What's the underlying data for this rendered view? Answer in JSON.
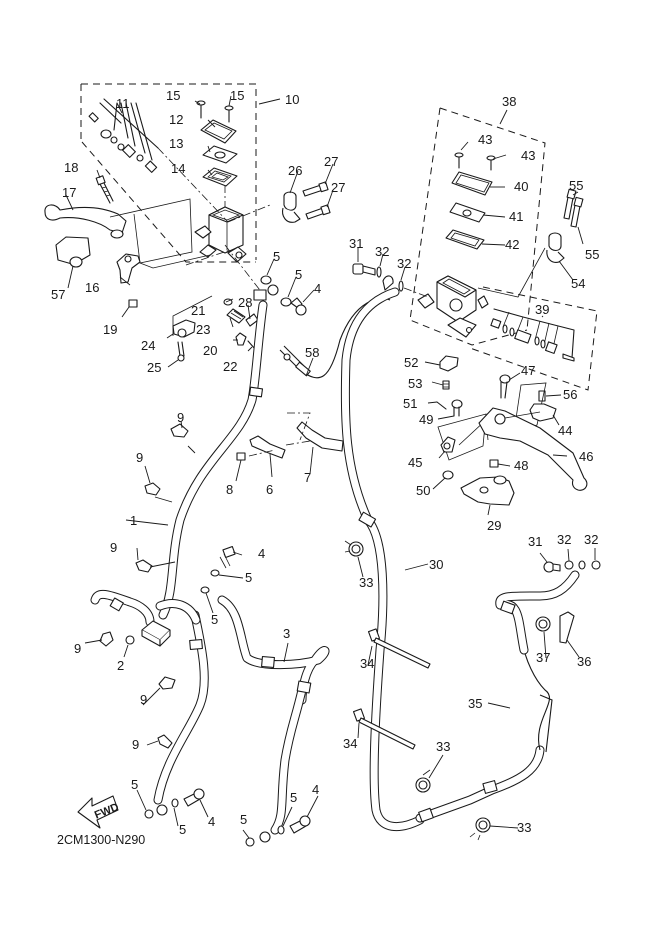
{
  "diagram": {
    "title": "Front master cylinder / brake hoses exploded parts diagram",
    "code": "2CM1300-N290",
    "direction_badge": "FWD",
    "callouts": [
      {
        "id": "c10",
        "text": "10"
      },
      {
        "id": "c11",
        "text": "11"
      },
      {
        "id": "c12",
        "text": "12"
      },
      {
        "id": "c13",
        "text": "13"
      },
      {
        "id": "c14",
        "text": "14"
      },
      {
        "id": "c15a",
        "text": "15"
      },
      {
        "id": "c15b",
        "text": "15"
      },
      {
        "id": "c16",
        "text": "16"
      },
      {
        "id": "c17",
        "text": "17"
      },
      {
        "id": "c18",
        "text": "18"
      },
      {
        "id": "c19",
        "text": "19"
      },
      {
        "id": "c20",
        "text": "20"
      },
      {
        "id": "c21",
        "text": "21"
      },
      {
        "id": "c22",
        "text": "22"
      },
      {
        "id": "c23",
        "text": "23"
      },
      {
        "id": "c24",
        "text": "24"
      },
      {
        "id": "c25",
        "text": "25"
      },
      {
        "id": "c26",
        "text": "26"
      },
      {
        "id": "c27a",
        "text": "27"
      },
      {
        "id": "c27b",
        "text": "27"
      },
      {
        "id": "c28",
        "text": "28"
      },
      {
        "id": "c57",
        "text": "57"
      },
      {
        "id": "c5a",
        "text": "5"
      },
      {
        "id": "c5b",
        "text": "5"
      },
      {
        "id": "c4a",
        "text": "4"
      },
      {
        "id": "c58",
        "text": "58"
      },
      {
        "id": "c38",
        "text": "38"
      },
      {
        "id": "c43a",
        "text": "43"
      },
      {
        "id": "c43b",
        "text": "43"
      },
      {
        "id": "c40",
        "text": "40"
      },
      {
        "id": "c41",
        "text": "41"
      },
      {
        "id": "c42",
        "text": "42"
      },
      {
        "id": "c31a",
        "text": "31"
      },
      {
        "id": "c32a",
        "text": "32"
      },
      {
        "id": "c32b",
        "text": "32"
      },
      {
        "id": "c55a",
        "text": "55"
      },
      {
        "id": "c55b",
        "text": "55"
      },
      {
        "id": "c54",
        "text": "54"
      },
      {
        "id": "c39",
        "text": "39"
      },
      {
        "id": "c52",
        "text": "52"
      },
      {
        "id": "c53",
        "text": "53"
      },
      {
        "id": "c51",
        "text": "51"
      },
      {
        "id": "c49",
        "text": "49"
      },
      {
        "id": "c47",
        "text": "47"
      },
      {
        "id": "c56",
        "text": "56"
      },
      {
        "id": "c44",
        "text": "44"
      },
      {
        "id": "c45",
        "text": "45"
      },
      {
        "id": "c46",
        "text": "46"
      },
      {
        "id": "c48",
        "text": "48"
      },
      {
        "id": "c50",
        "text": "50"
      },
      {
        "id": "c29",
        "text": "29"
      },
      {
        "id": "c9a",
        "text": "9"
      },
      {
        "id": "c9b",
        "text": "9"
      },
      {
        "id": "c9c",
        "text": "9"
      },
      {
        "id": "c9d",
        "text": "9"
      },
      {
        "id": "c9e",
        "text": "9"
      },
      {
        "id": "c9f",
        "text": "9"
      },
      {
        "id": "c1",
        "text": "1"
      },
      {
        "id": "c8",
        "text": "8"
      },
      {
        "id": "c6",
        "text": "6"
      },
      {
        "id": "c7",
        "text": "7"
      },
      {
        "id": "c4b",
        "text": "4"
      },
      {
        "id": "c5c",
        "text": "5"
      },
      {
        "id": "c5d",
        "text": "5"
      },
      {
        "id": "c2",
        "text": "2"
      },
      {
        "id": "c3",
        "text": "3"
      },
      {
        "id": "c30",
        "text": "30"
      },
      {
        "id": "c33a",
        "text": "33"
      },
      {
        "id": "c33b",
        "text": "33"
      },
      {
        "id": "c33c",
        "text": "33"
      },
      {
        "id": "c34a",
        "text": "34"
      },
      {
        "id": "c34b",
        "text": "34"
      },
      {
        "id": "c35",
        "text": "35"
      },
      {
        "id": "c36",
        "text": "36"
      },
      {
        "id": "c37",
        "text": "37"
      },
      {
        "id": "c31b",
        "text": "31"
      },
      {
        "id": "c32c",
        "text": "32"
      },
      {
        "id": "c32d",
        "text": "32"
      },
      {
        "id": "c5e",
        "text": "5"
      },
      {
        "id": "c5f",
        "text": "5"
      },
      {
        "id": "c4c",
        "text": "4"
      },
      {
        "id": "c5g",
        "text": "5"
      },
      {
        "id": "c5h",
        "text": "5"
      },
      {
        "id": "c4d",
        "text": "4"
      }
    ]
  }
}
